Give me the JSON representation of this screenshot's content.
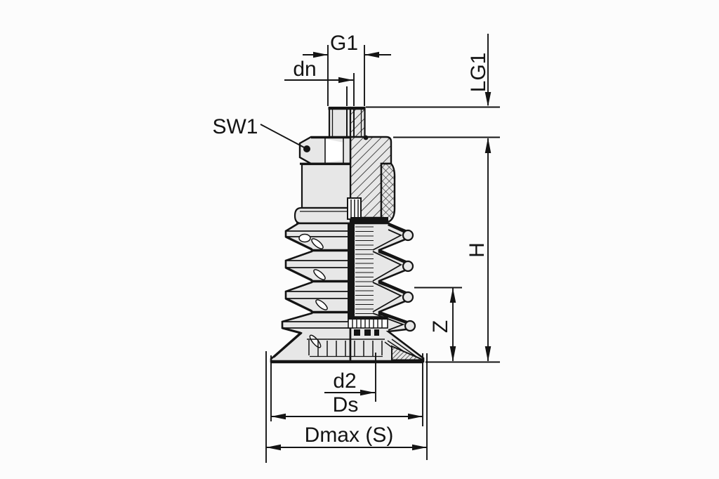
{
  "drawing": {
    "kind": "suction-cup-half-section",
    "colors": {
      "line": "#141414",
      "body_fill": "#e7e7e7",
      "background": "#fcfcfc",
      "highlight": "#ffffff"
    }
  },
  "labels": {
    "g1": "G1",
    "dn": "dn",
    "sw1": "SW1",
    "lg1": "LG1",
    "h": "H",
    "z": "Z",
    "d2": "d2",
    "ds": "Ds",
    "dmax_s": "Dmax (S)"
  }
}
